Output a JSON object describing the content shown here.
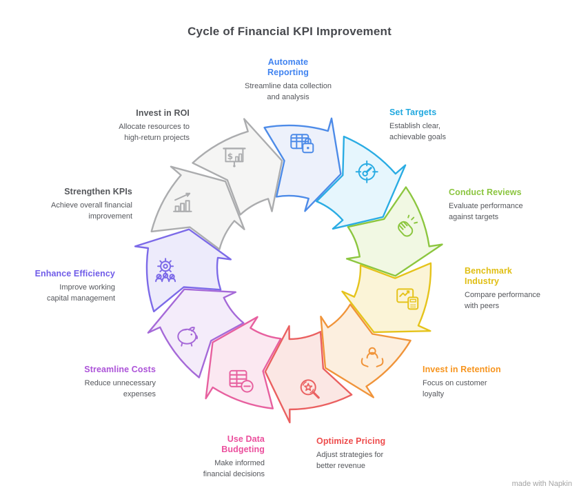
{
  "title": "Cycle of Financial KPI Improvement",
  "watermark": "made with Napkin",
  "cycle": {
    "segments": [
      {
        "label": "Automate Reporting",
        "description": "Streamline data collection and analysis",
        "title_color": "#4083F0",
        "arrow_color": "#4D8BE8",
        "arrow_fill": "#EDF1FB",
        "icon": "table-lock-icon"
      },
      {
        "label": "Set Targets",
        "description": "Establish clear, achievable goals",
        "title_color": "#20A8DF",
        "arrow_color": "#2AACE3",
        "arrow_fill": "#E6F6FD",
        "icon": "gauge-icon"
      },
      {
        "label": "Conduct Reviews",
        "description": "Evaluate performance against targets",
        "title_color": "#8BC53F",
        "arrow_color": "#8CC63F",
        "arrow_fill": "#F1F8E3",
        "icon": "clapping-hands-icon"
      },
      {
        "label": "Benchmark Industry",
        "description": "Compare performance with peers",
        "title_color": "#E0BE12",
        "arrow_color": "#E5C31B",
        "arrow_fill": "#FBF4D7",
        "icon": "chart-calculator-icon"
      },
      {
        "label": "Invest in Retention",
        "description": "Focus on customer loyalty",
        "title_color": "#F7941D",
        "arrow_color": "#F0943A",
        "arrow_fill": "#FCEFDF",
        "icon": "customer-care-icon"
      },
      {
        "label": "Optimize Pricing",
        "description": "Adjust strategies for better revenue",
        "title_color": "#ED4C4C",
        "arrow_color": "#EA6060",
        "arrow_fill": "#FBE7E4",
        "icon": "search-star-icon"
      },
      {
        "label": "Use Data Budgeting",
        "description": "Make informed financial decisions",
        "title_color": "#EB4F9D",
        "arrow_color": "#E7609F",
        "arrow_fill": "#FBE8F1",
        "icon": "table-minus-icon"
      },
      {
        "label": "Streamline Costs",
        "description": "Reduce unnecessary expenses",
        "title_color": "#AC53D8",
        "arrow_color": "#A569D8",
        "arrow_fill": "#F4ECFA",
        "icon": "piggy-bank-icon"
      },
      {
        "label": "Enhance Efficiency",
        "description": "Improve working capital management",
        "title_color": "#6F5BE8",
        "arrow_color": "#7C6AE8",
        "arrow_fill": "#EDEBFB",
        "icon": "gear-team-icon"
      },
      {
        "label": "Strengthen KPIs",
        "description": "Achieve overall financial improvement",
        "title_color": "#54565A",
        "arrow_color": "#ABACAE",
        "arrow_fill": "#F4F4F3",
        "icon": "growth-arrow-icon"
      },
      {
        "label": "Invest in ROI",
        "description": "Allocate resources to high-return projects",
        "title_color": "#54565A",
        "arrow_color": "#ABACAE",
        "arrow_fill": "#F5F5F4",
        "icon": "presentation-roi-icon"
      }
    ]
  }
}
